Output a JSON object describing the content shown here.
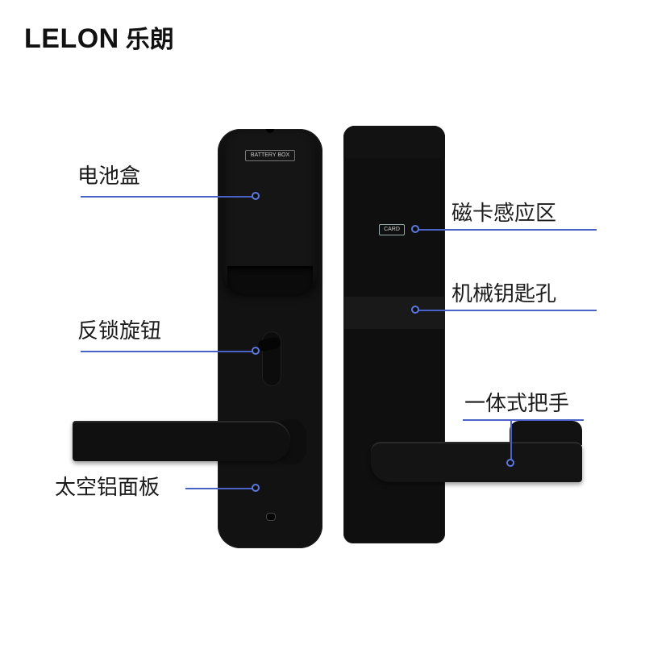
{
  "brand": {
    "latin": "LELON",
    "chinese": "乐朗"
  },
  "lock_left": {
    "battery_cover_text": "BATTERY BOX"
  },
  "lock_right": {
    "card_text": "CARD"
  },
  "callouts": {
    "battery_box": "电池盒",
    "deadbolt_knob": "反锁旋钮",
    "aluminum_panel": "太空铝面板",
    "card_sensor_area": "磁卡感应区",
    "mechanical_keyhole": "机械钥匙孔",
    "integrated_handle": "一体式把手"
  },
  "colors": {
    "callout_line": "#4a62c8",
    "lock_body": "#121212"
  }
}
